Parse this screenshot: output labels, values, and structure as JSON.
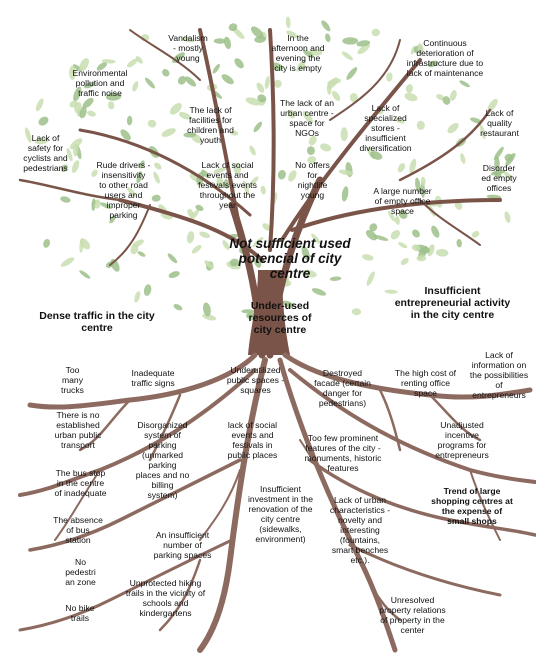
{
  "center_problem": "Not sufficient used\npotencial of city\ncentre",
  "categories": {
    "left": "Dense traffic in the city\ncentre",
    "middle": "Under-used\nresources of\ncity centre",
    "right": "Insufficient\nentrepreneurial activity\nin the city centre"
  },
  "effects": [
    "Vandalism\n- mostly\nyoung",
    "In the\nafternoon and\nevening the\ncity is empty",
    "Continuous\ndeterioration of\ninfrastructure due to\nlack of maintenance",
    "Environmental\npollution and\ntraffic noise",
    "The lack of\nfacilities for\nchildren and\nyouth",
    "The lack of an\nurban centre -\nspace for\nNGOs",
    "Lack of\nspecialized\nstores -\ninsufficient\ndiversification",
    "Lack of\nquality\nrestaurant",
    "Lack of\nsafety for\ncyclists and\npedestrians",
    "Rude drivers -\ninsensitivity\nto other road\nusers and\nimproper\nparking",
    "Lack of social\nevents and\nfestivals events\nthroughout the\nyear",
    "No offers\nfor\nnightlife\nyoung",
    "Disorder\ned empty\noffices",
    "A large number\nof empty office\nspace"
  ],
  "causes": [
    "Too\nmany\ntrucks",
    "Inadequate\ntraffic signs",
    "Underutilized\npublic spaces -\nsquares",
    "Destroyed\nfacade (certain\ndanger for\npedestrians)",
    "The high cost of\nrenting office\nspace",
    "Lack of\ninformation on\nthe possibilities\nof\nentrepreneurs",
    "There is no\nestablished\nurban public\ntransport",
    "Disorganized\nsystem of\nparking\n(unmarked\nparking\nplaces and no\nbilling\nsystem)",
    "lack of social\nevents and\nfestivals in\npublic places",
    "Too few prominent\nfeatures of the city -\nmonuments, historic\nfeatures",
    "Unadjusted\nincentive\nprograms for\nentrepreneurs",
    "The bus stop\nin the centre\nof inadequate",
    "Insufficient\ninvestment in the\nrenovation of the\ncity centre\n(sidewalks,\nenvironment)",
    "Lack of urban\ncharacteristics -\nnovelty and\ninteresting\n(fountains,\nsmart benches\netc.).",
    "Trend of large\nshopping centres at\nthe expense of\nsmall shops",
    "The absence\nof bus\nstation",
    "An insufficient\nnumber of\nparking spaces",
    "No\npedestri\nan zone",
    "Unprotected hiking\ntrails in the vicinity of\nschools and\nkindergartens",
    "No bike\ntrails",
    "Unresolved\nproperty relations\nof property in the\ncenter"
  ],
  "colors": {
    "trunk": "#7a5448",
    "root": "#8d6a5f",
    "leaf_light": "#c8deb0",
    "leaf_dark": "#9cc088"
  }
}
